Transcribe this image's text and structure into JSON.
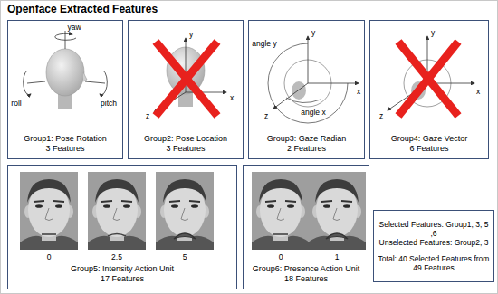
{
  "diagram": {
    "title": "Openface Extracted Features",
    "nodes": [
      {
        "text": [
          "Group1: Pose Rotation",
          "3 Features"
        ]
      },
      {
        "text": [
          "Group2: Pose Location",
          "3 Features"
        ]
      },
      {
        "text": [
          "Group3: Gaze Radian",
          "2 Features"
        ]
      },
      {
        "text": [
          "Group4: Gaze Vector",
          "6 Features"
        ]
      },
      {
        "text": [
          "Group5: Intensity Action Unit",
          "17 Features"
        ]
      },
      {
        "text": [
          "Group6: Presence Action Unit",
          "18 Features"
        ]
      },
      {
        "text": [
          "Selected Features: Group1, 3, 5 ,6",
          "Unselected Features: Group2, 3",
          "Total: 40 Selected Features from 49 Features"
        ]
      }
    ],
    "labels": [
      "yaw",
      "roll",
      "pitch",
      "y",
      "z",
      "x",
      "y",
      "angle y",
      "angle x",
      "z",
      "x",
      "y",
      "z",
      "x",
      "0",
      "2.5",
      "5",
      "0",
      "1"
    ]
  }
}
